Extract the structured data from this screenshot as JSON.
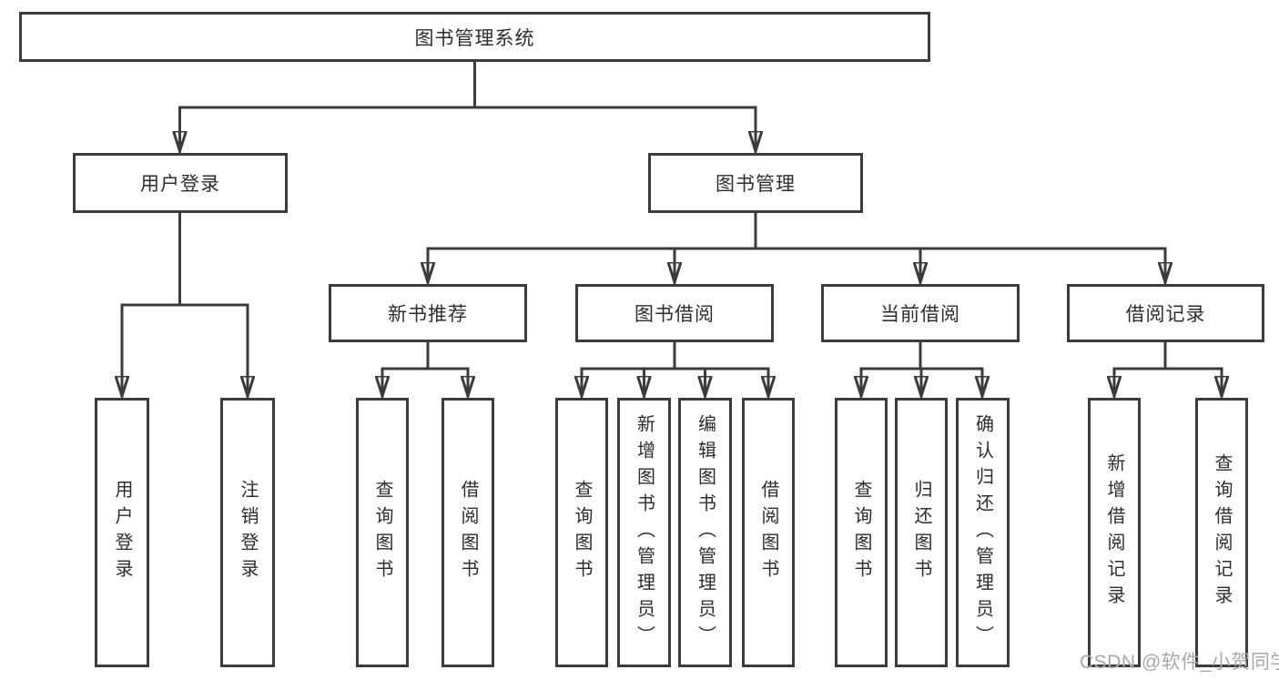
{
  "page": {
    "watermark": "CSDN @软件_小贺同学"
  },
  "colors": {
    "line": "#3b3b3b",
    "box_border": "#3b3b3b",
    "box_background": "#ffffff",
    "text": "#2d2d2d",
    "watermark": "#ada7a7"
  },
  "tree": {
    "root": {
      "label": "图书管理系统"
    },
    "level2": [
      {
        "id": "user-login",
        "label": "用户登录"
      },
      {
        "id": "book-management",
        "label": "图书管理"
      }
    ],
    "level3": [
      {
        "id": "new-book-recommend",
        "label": "新书推荐",
        "parent": "book-management"
      },
      {
        "id": "book-borrowing",
        "label": "图书借阅",
        "parent": "book-management"
      },
      {
        "id": "current-borrowing",
        "label": "当前借阅",
        "parent": "book-management"
      },
      {
        "id": "borrow-records",
        "label": "借阅记录",
        "parent": "book-management"
      }
    ],
    "leaves": [
      {
        "id": "user-login-leaf",
        "label": "用户登录",
        "parent": "user-login"
      },
      {
        "id": "logout-leaf",
        "label": "注销登录",
        "parent": "user-login"
      },
      {
        "id": "query-books-recommend",
        "label": "查询图书",
        "parent": "new-book-recommend"
      },
      {
        "id": "borrow-books-recommend",
        "label": "借阅图书",
        "parent": "new-book-recommend"
      },
      {
        "id": "query-books-borrowing",
        "label": "查询图书",
        "parent": "book-borrowing"
      },
      {
        "id": "add-book-admin",
        "label": "新增图书（管理员）",
        "parent": "book-borrowing"
      },
      {
        "id": "edit-book-admin",
        "label": "编辑图书（管理员）",
        "parent": "book-borrowing"
      },
      {
        "id": "borrow-books",
        "label": "借阅图书",
        "parent": "book-borrowing"
      },
      {
        "id": "query-books-current",
        "label": "查询图书",
        "parent": "current-borrowing"
      },
      {
        "id": "return-books",
        "label": "归还图书",
        "parent": "current-borrowing"
      },
      {
        "id": "confirm-return-admin",
        "label": "确认归还（管理员）",
        "parent": "current-borrowing"
      },
      {
        "id": "add-borrow-record",
        "label": "新增借阅记录",
        "parent": "borrow-records"
      },
      {
        "id": "query-borrow-record",
        "label": "查询借阅记录",
        "parent": "borrow-records"
      }
    ]
  }
}
